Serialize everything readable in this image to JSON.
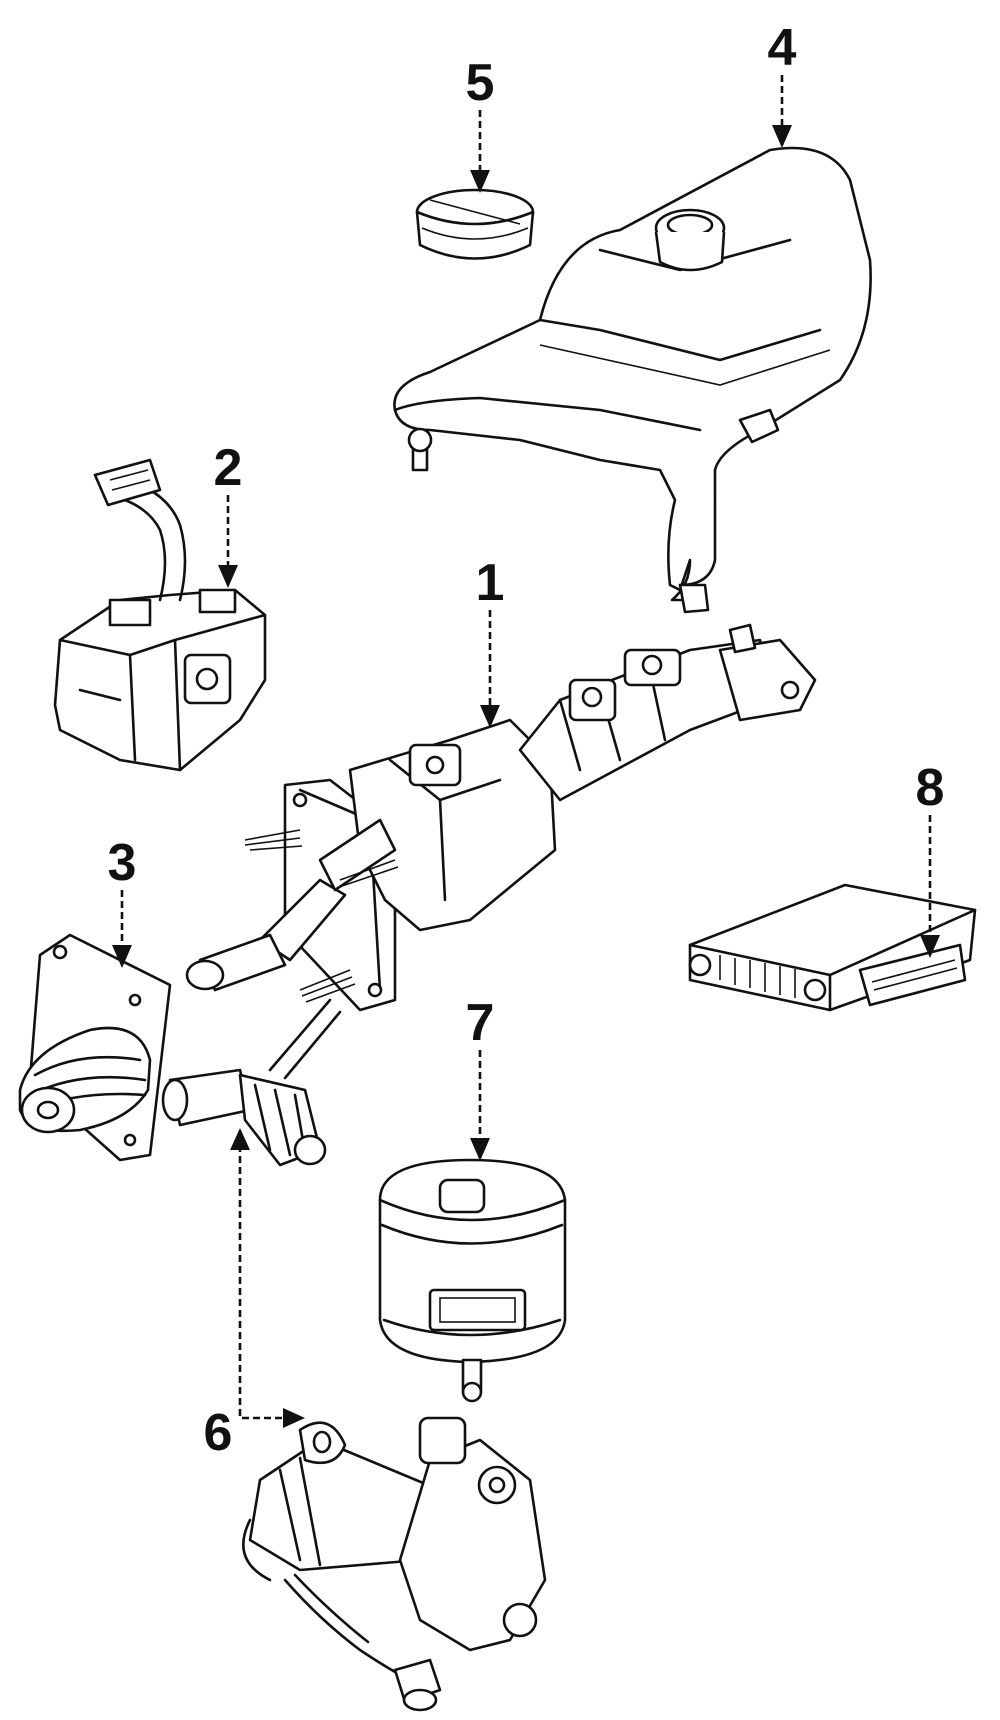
{
  "callouts": [
    {
      "label": "1"
    },
    {
      "label": "2"
    },
    {
      "label": "3"
    },
    {
      "label": "4"
    },
    {
      "label": "5"
    },
    {
      "label": "6"
    },
    {
      "label": "7"
    },
    {
      "label": "8"
    }
  ]
}
